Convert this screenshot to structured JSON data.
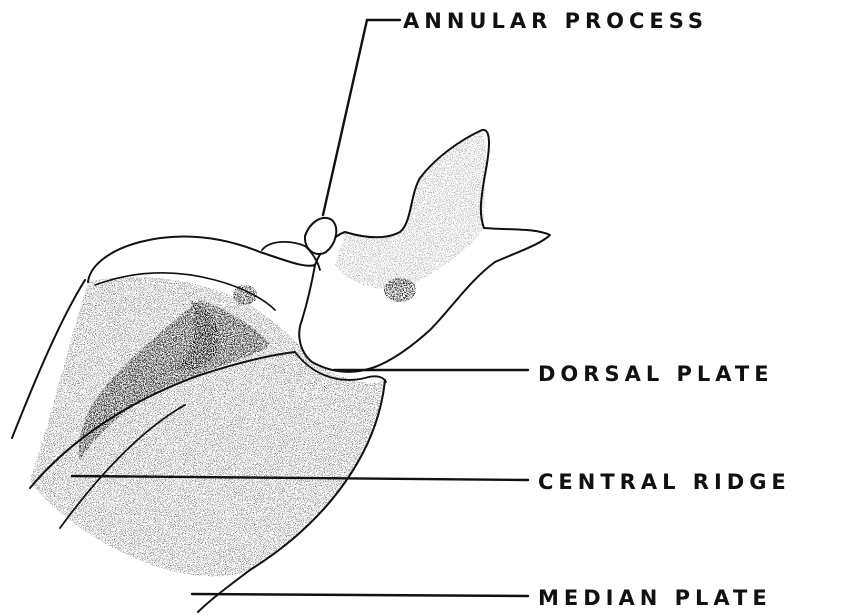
{
  "diagram": {
    "labels": {
      "annular_process": "ANNULAR PROCESS",
      "dorsal_plate": "DORSAL PLATE",
      "central_ridge": "CENTRAL RIDGE",
      "median_plate": "MEDIAN PLATE"
    },
    "colors": {
      "ink": "#111111",
      "paper": "#ffffff"
    }
  }
}
